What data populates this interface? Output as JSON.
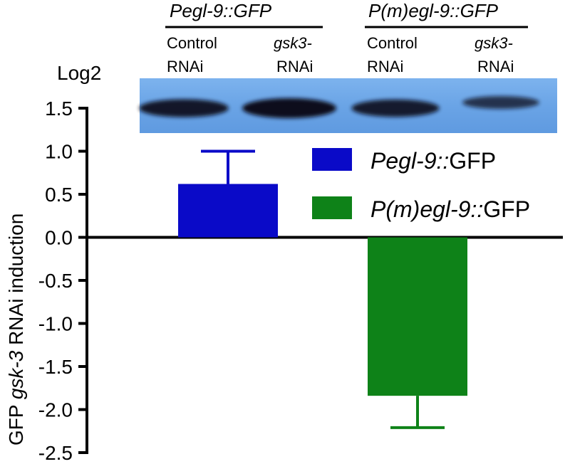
{
  "chart_data": {
    "type": "bar",
    "series": [
      {
        "name": "Pegl-9::GFP",
        "name_italic": "Pegl-9::",
        "name_rest": "GFP",
        "value": 0.62,
        "error": 0.38,
        "color": "#0a0ac8"
      },
      {
        "name": "P(m)egl-9::GFP",
        "name_italic": "P(m)egl-9::",
        "name_rest": "GFP",
        "value": -1.84,
        "error": 0.37,
        "color": "#0e8218"
      }
    ],
    "ylabel": {
      "prefix": "GFP ",
      "italic": "gsk-3",
      "suffix": " RNAi induction"
    },
    "ylabel_top": "Log2",
    "ylim": [
      -2.5,
      1.5
    ],
    "ytick_step": 0.5,
    "yticks": [
      "1.5",
      "1.0",
      "0.5",
      "0.0",
      "-0.5",
      "-1.0",
      "-1.5",
      "-2.0",
      "-2.5"
    ],
    "legend_position": "top-right",
    "inset_blot": {
      "groups": [
        {
          "title": "Pegl-9::GFP",
          "lanes": [
            {
              "line1": "Control",
              "line1_italic": false,
              "line2": "RNAi",
              "band_intensity": 0.85
            },
            {
              "line1": "gsk3-",
              "line1_italic": true,
              "line2": "RNAi",
              "band_intensity": 1.0
            }
          ]
        },
        {
          "title": "P(m)egl-9::GFP",
          "lanes": [
            {
              "line1": "Control",
              "line1_italic": false,
              "line2": "RNAi",
              "band_intensity": 0.8
            },
            {
              "line1": "gsk3-",
              "line1_italic": true,
              "line2": "RNAi",
              "band_intensity": 0.45
            }
          ]
        }
      ],
      "background_color": "#6aa4e6"
    }
  }
}
